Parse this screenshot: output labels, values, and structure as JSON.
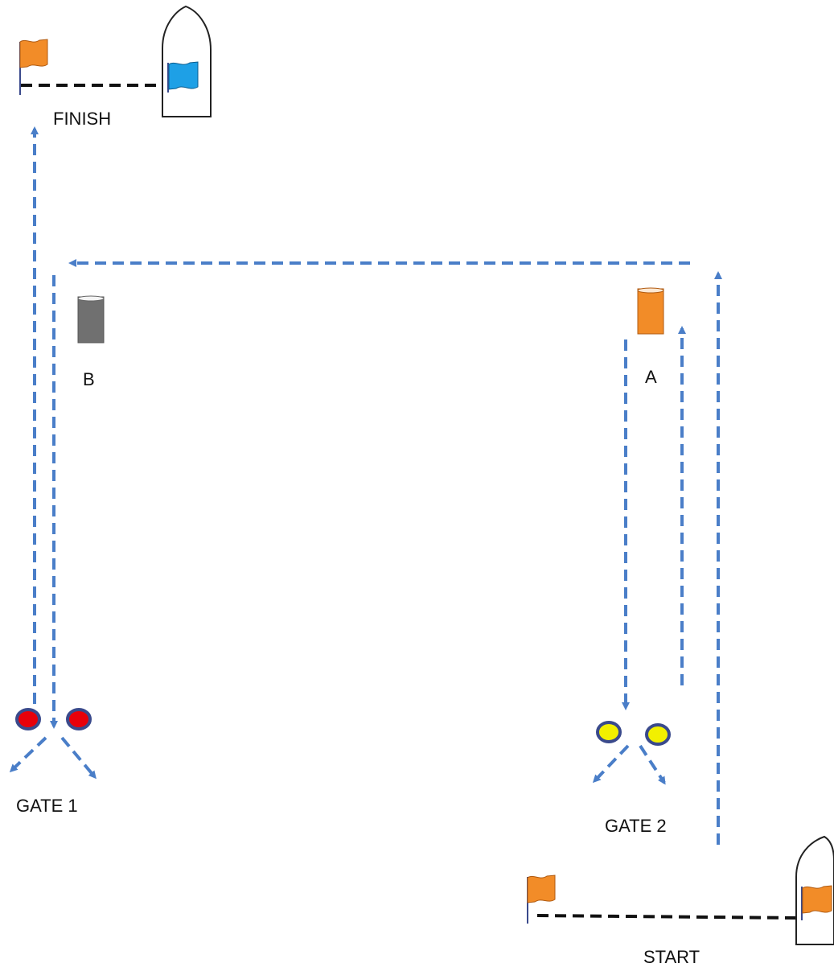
{
  "labels": {
    "finish": "FINISH",
    "mark_b": "B",
    "mark_a": "A",
    "gate_1": "GATE 1",
    "gate_2": "GATE 2",
    "start": "START"
  },
  "colors": {
    "route": "#4a7ec8",
    "line": "#111111",
    "flag_orange": "#f28c28",
    "flag_blue": "#1ea0e6",
    "mark_b": "#707070",
    "mark_a": "#f28c28",
    "gate_1_buoy": "#e8000a",
    "gate_2_buoy": "#f2f000",
    "buoy_outline": "#3a4a8c"
  },
  "icons": {
    "finish_pin_flag": "flag-icon",
    "finish_committee_boat": "boat-icon",
    "start_pin_flag": "flag-icon",
    "start_committee_boat": "boat-icon",
    "mark_b": "cylinder-buoy-icon",
    "mark_a": "cylinder-buoy-icon",
    "gate_1_buoys": "round-buoy-icon",
    "gate_2_buoys": "round-buoy-icon"
  }
}
